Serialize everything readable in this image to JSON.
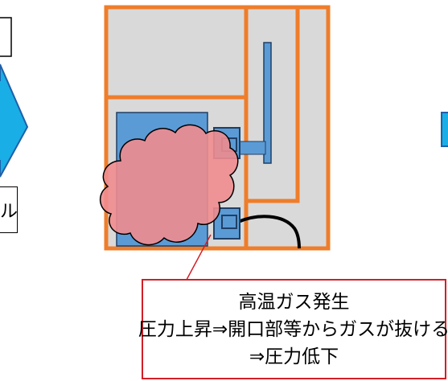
{
  "callout": {
    "lines": [
      "高温ガス発生",
      "圧力上昇⇒開口部等からガスが抜ける",
      "⇒圧力低下"
    ]
  },
  "left_fragment_label": "ル",
  "colors": {
    "frame_orange": "#ef7d2a",
    "panel_gray": "#d9d9d9",
    "component_blue": "#5b9bd5",
    "arrow_cyan": "#19aee6",
    "gas_cloud": "#f08c8f",
    "callout_border": "#d21f26"
  },
  "icons": {
    "left_arrow": "arrow-right-icon",
    "right_arrow": "arrow-right-icon",
    "gas_cloud": "cloud-icon"
  }
}
